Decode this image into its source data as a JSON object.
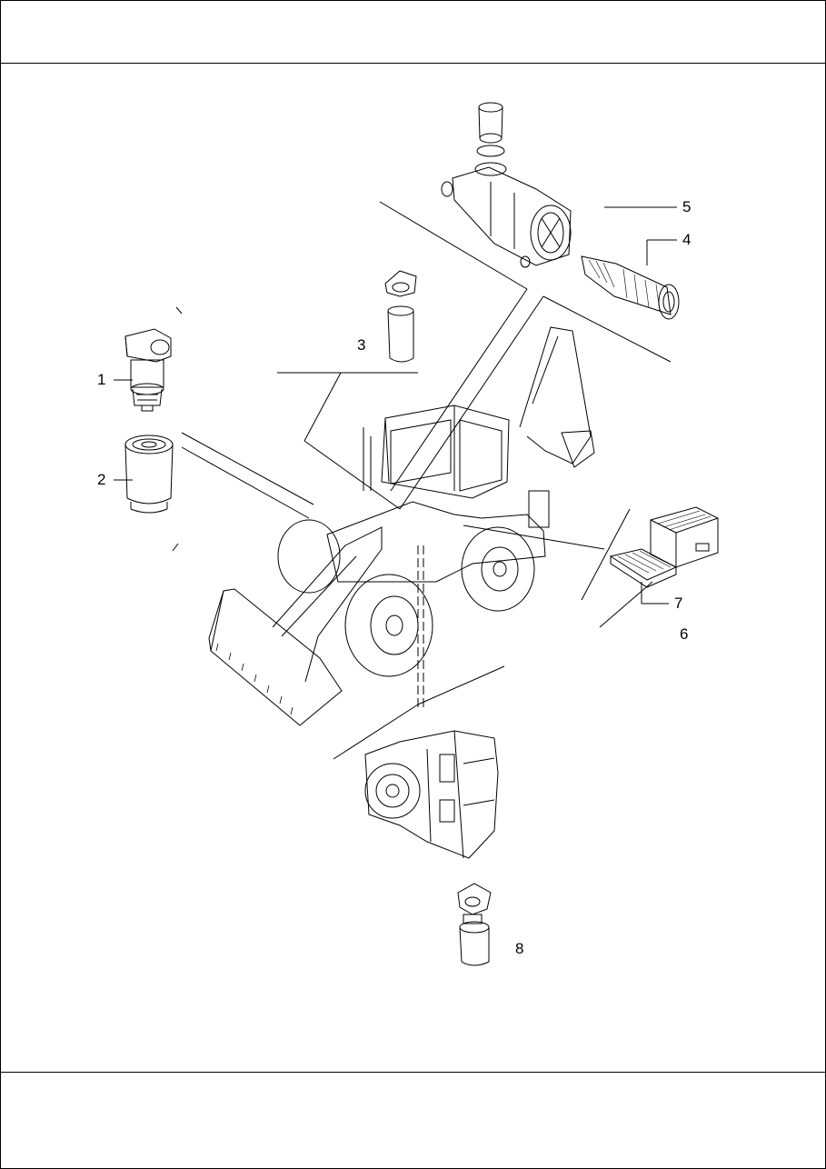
{
  "callouts": [
    {
      "id": "1",
      "text": "1"
    },
    {
      "id": "2",
      "text": "2"
    },
    {
      "id": "3",
      "text": "3"
    },
    {
      "id": "4",
      "text": "4"
    },
    {
      "id": "5",
      "text": "5"
    },
    {
      "id": "6",
      "text": "6"
    },
    {
      "id": "7",
      "text": "7"
    },
    {
      "id": "8",
      "text": "8"
    }
  ],
  "icons": {
    "fuel_filter_assembly": "fuel-filter-assembly-icon",
    "spin_on_filter": "spin-on-filter-icon",
    "hydraulic_filter": "hydraulic-filter-icon",
    "air_filter_housing": "air-filter-housing-icon",
    "air_filter_element": "air-filter-element-icon",
    "cab_filter_box": "cab-filter-box-icon",
    "cab_filter_element": "cab-filter-element-icon",
    "backhoe_loader": "backhoe-loader-icon",
    "transmission": "transmission-icon",
    "transmission_filter": "transmission-filter-icon"
  }
}
